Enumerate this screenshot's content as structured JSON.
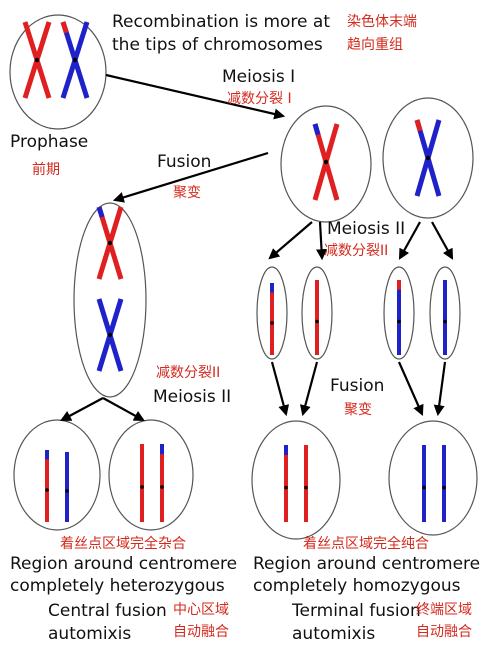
{
  "colors": {
    "maternal": "#e02020",
    "paternal": "#1f22c8",
    "cell_outline": "#555555",
    "arrow": "#000000",
    "chinese_label": "#d42a1e"
  },
  "labels": {
    "recomb_line1": "Recombination is more at",
    "recomb_line2": "the tips of chromosomes",
    "recomb_cn_line1": "染色体末端",
    "recomb_cn_line2": "趋向重组",
    "meiosis1": "Meiosis I",
    "meiosis1_cn": "减数分裂 I",
    "prophase": "Prophase",
    "prophase_cn": "前期",
    "fusion_top": "Fusion",
    "fusion_top_cn": "聚变",
    "meiosis2_right": "Meiosis II",
    "meiosis2_right_cn": "减数分裂II",
    "meiosis2_left_cn": "减数分裂II",
    "meiosis2_left": "Meiosis II",
    "fusion_right": "Fusion",
    "fusion_right_cn": "聚变",
    "hetero_cn": "着丝点区域完全杂合",
    "hetero_line1": "Region around centromere",
    "hetero_line2": "completely heterozygous",
    "homo_cn": "着丝点区域完全纯合",
    "homo_line1": "Region around centromere",
    "homo_line2": "completely homozygous",
    "central_line1": "Central fusion",
    "central_line2": "automixis",
    "central_cn_line1": "中心区域",
    "central_cn_line2": "自动融合",
    "terminal_line1": "Terminal fusion",
    "terminal_line2": "automixis",
    "terminal_cn_line1": "终端区域",
    "terminal_cn_line2": "自动融合"
  }
}
